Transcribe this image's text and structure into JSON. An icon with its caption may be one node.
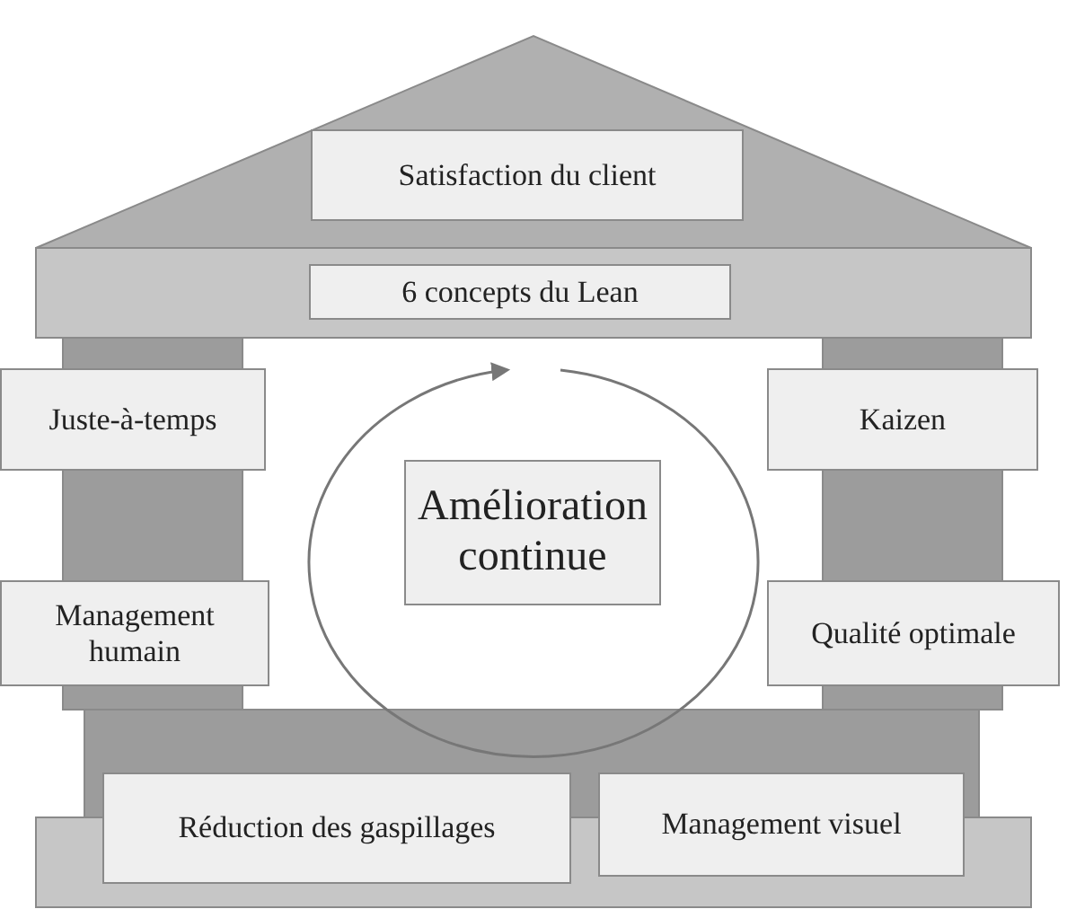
{
  "diagram": {
    "nodes": [
      {
        "text": [
          "Satisfaction du client"
        ]
      },
      {
        "text": [
          "6 concepts du Lean"
        ]
      },
      {
        "text": [
          "Juste-à-temps"
        ]
      },
      {
        "text": [
          "Kaizen"
        ]
      },
      {
        "text": [
          "Amélioration continue"
        ]
      },
      {
        "text": [
          "Management humain"
        ]
      },
      {
        "text": [
          "Qualité optimale"
        ]
      },
      {
        "text": [
          "Réduction des gaspillages"
        ]
      },
      {
        "text": [
          "Management visuel"
        ]
      }
    ]
  }
}
